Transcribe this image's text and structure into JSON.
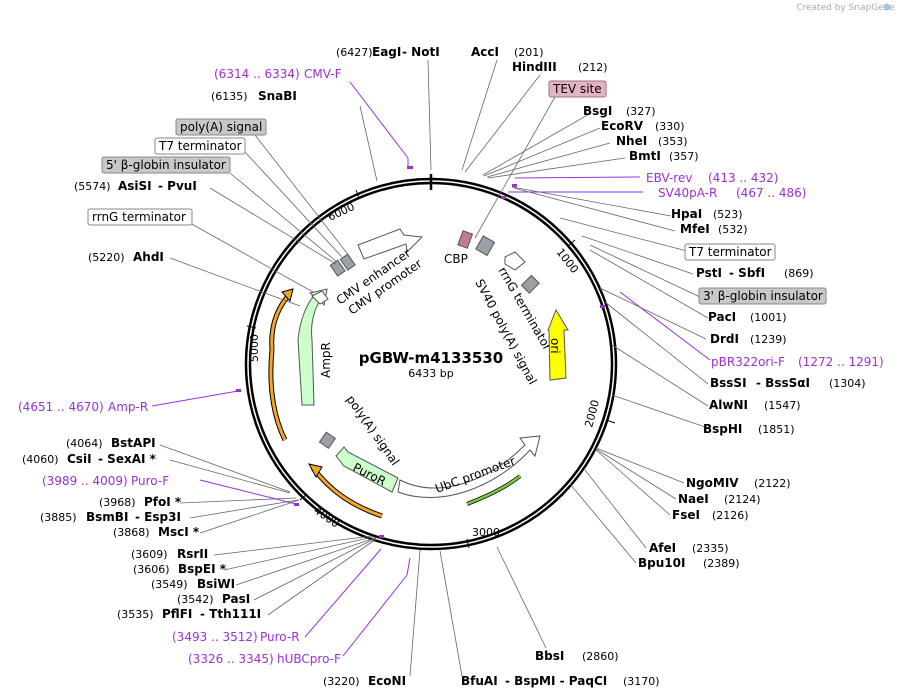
{
  "credit": "Created by SnapGene",
  "plasmid": {
    "name": "pGBW-m4133530",
    "length_label": "6433 bp"
  },
  "ticks": [
    "1000",
    "2000",
    "3000",
    "4000",
    "5000",
    "6000"
  ],
  "boxes": {
    "tev_site": "TEV site",
    "polya_signal": "poly(A) signal",
    "t7_terminator_left": "T7 terminator",
    "b_globin_5": "5' β-globin insulator",
    "rrng_terminator_left": "rrnG terminator",
    "t7_terminator_right": "T7 terminator",
    "b_globin_3": "3' β-globin insulator"
  },
  "sites": [
    {
      "pos": "(6427)",
      "name": "EagI",
      "extra": "NotI"
    },
    {
      "pos": "(201)",
      "name": "AccI"
    },
    {
      "pos": "(212)",
      "name": "HindIII"
    },
    {
      "pos": "(6135)",
      "name": "SnaBI"
    },
    {
      "pos": "(327)",
      "name": "BsgI"
    },
    {
      "pos": "(330)",
      "name": "EcoRV"
    },
    {
      "pos": "(353)",
      "name": "NheI"
    },
    {
      "pos": "(357)",
      "name": "BmtI"
    },
    {
      "pos": "(5574)",
      "name": "AsiSI",
      "extra": "PvuI"
    },
    {
      "pos": "(523)",
      "name": "HpaI"
    },
    {
      "pos": "(532)",
      "name": "MfeI"
    },
    {
      "pos": "(5220)",
      "name": "AhdI"
    },
    {
      "pos": "(869)",
      "name": "PstI",
      "extra": "SbfI"
    },
    {
      "pos": "(1001)",
      "name": "PacI"
    },
    {
      "pos": "(1239)",
      "name": "DrdI"
    },
    {
      "pos": "(1304)",
      "name": "BssSI",
      "extra": "BssSαI"
    },
    {
      "pos": "(1547)",
      "name": "AlwNI"
    },
    {
      "pos": "(1851)",
      "name": "BspHI"
    },
    {
      "pos": "(4064)",
      "name": "BstAPI"
    },
    {
      "pos": "(4060)",
      "name": "CsiI",
      "extra": "SexAI *"
    },
    {
      "pos": "(3968)",
      "name": "PfoI *"
    },
    {
      "pos": "(3885)",
      "name": "BsmBI",
      "extra": "Esp3I"
    },
    {
      "pos": "(3868)",
      "name": "MscI *"
    },
    {
      "pos": "(2122)",
      "name": "NgoMIV"
    },
    {
      "pos": "(2124)",
      "name": "NaeI"
    },
    {
      "pos": "(2126)",
      "name": "FseI"
    },
    {
      "pos": "(2335)",
      "name": "AfeI"
    },
    {
      "pos": "(2389)",
      "name": "Bpu10I"
    },
    {
      "pos": "(3609)",
      "name": "RsrII"
    },
    {
      "pos": "(3606)",
      "name": "BspEI *"
    },
    {
      "pos": "(3549)",
      "name": "BsiWI"
    },
    {
      "pos": "(3542)",
      "name": "PasI"
    },
    {
      "pos": "(3535)",
      "name": "PflFI",
      "extra": "Tth111I"
    },
    {
      "pos": "(2860)",
      "name": "BbsI"
    },
    {
      "pos": "(3220)",
      "name": "EcoNI"
    },
    {
      "pos": "(3170)",
      "name": "BfuAI",
      "extra": "BspMI - PaqCI"
    }
  ],
  "primers": [
    {
      "range": "(6314 .. 6334)",
      "name": "CMV-F"
    },
    {
      "range": "(413 .. 432)",
      "name": "EBV-rev"
    },
    {
      "range": "(467 .. 486)",
      "name": "SV40pA-R"
    },
    {
      "range": "(1272 .. 1291)",
      "name": "pBR322ori-F"
    },
    {
      "range": "(4651 .. 4670)",
      "name": "Amp-R"
    },
    {
      "range": "(3989 .. 4009)",
      "name": "Puro-F"
    },
    {
      "range": "(3493 .. 3512)",
      "name": "Puro-R"
    },
    {
      "range": "(3326 .. 3345)",
      "name": "hUBCpro-F"
    }
  ],
  "features": {
    "cmv_enhancer": "CMV enhancer",
    "cmv_promoter": "CMV promoter",
    "cbp": "CBP",
    "rrng_terminator": "rrnG terminator",
    "sv40_polya": "SV40 poly(A) signal",
    "ori": "ori",
    "ampr": "AmpR",
    "polya": "poly(A) signal",
    "puror": "PuroR",
    "ubc_promoter": "UbC promoter"
  },
  "colors": {
    "primer": "#9b30d9",
    "ori": "#ffff00",
    "resistance": "#ccffcc",
    "primer_bind": "#f5a623",
    "ubc_arrow": "#7ac943",
    "tev": "#e3b5c4"
  }
}
